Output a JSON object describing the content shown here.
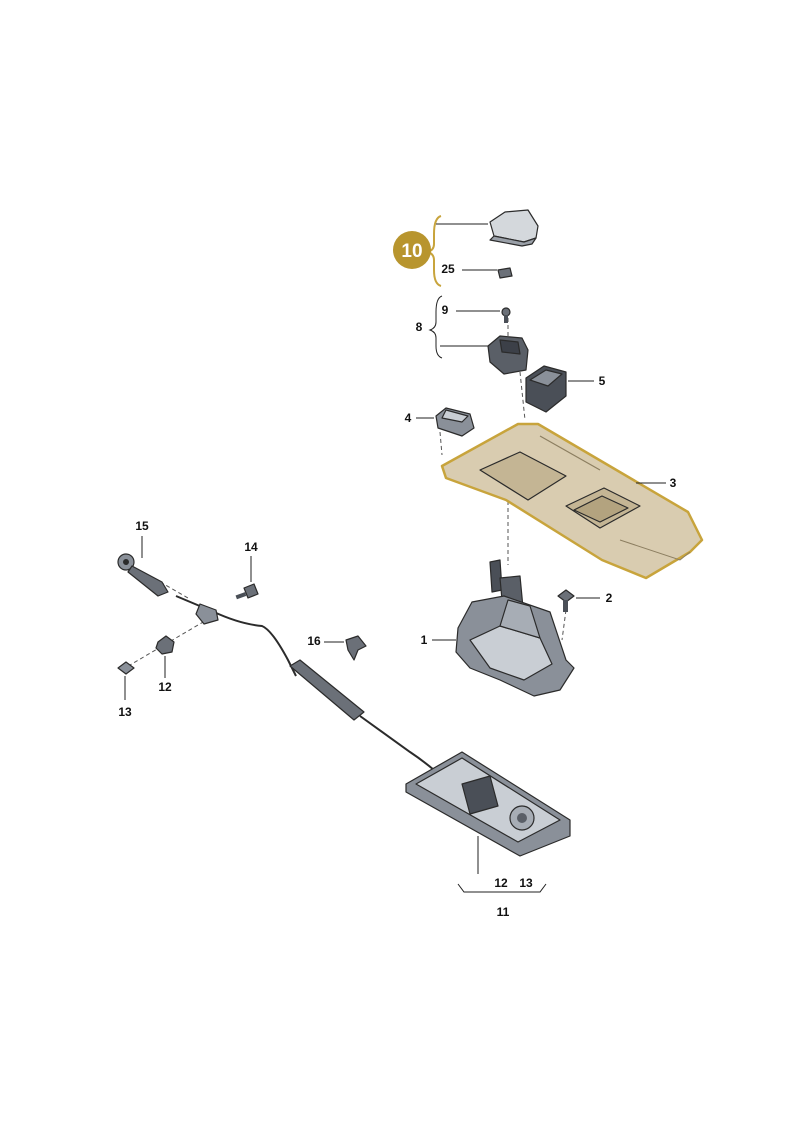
{
  "colors": {
    "highlight": "#c8a43c",
    "badge": "#b8952e",
    "tray": "#d9ccb0",
    "part_dark": "#4a4f57",
    "part_mid": "#8a9099",
    "part_light": "#c9ced4"
  },
  "badge": {
    "label": "10"
  },
  "labels": {
    "p1": "1",
    "p2": "2",
    "p3": "3",
    "p4": "4",
    "p5": "5",
    "p8": "8",
    "p9": "9",
    "p11": "11",
    "p12_left": "12",
    "p12_bottom": "12",
    "p13_left": "13",
    "p13_bottom": "13",
    "p14": "14",
    "p15": "15",
    "p16": "16",
    "p25": "25"
  }
}
